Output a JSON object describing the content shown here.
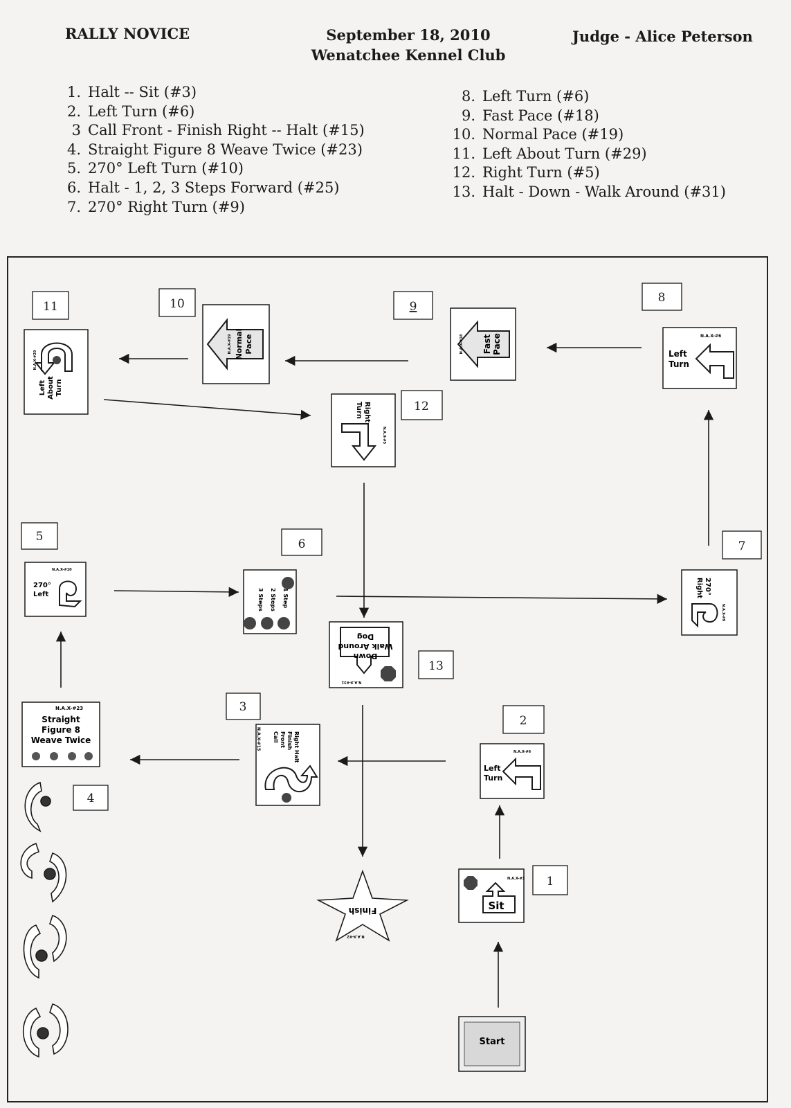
{
  "header": {
    "class_name": "RALLY NOVICE",
    "date": "September 18, 2010",
    "club": "Wenatchee Kennel Club",
    "judge": "Judge - Alice Peterson"
  },
  "exercises": [
    {
      "num": "1.",
      "text": "Halt -- Sit (#3)"
    },
    {
      "num": "2.",
      "text": "Left Turn (#6)"
    },
    {
      "num": "3",
      "text": "Call Front - Finish Right -- Halt (#15)"
    },
    {
      "num": "4.",
      "text": "Straight Figure 8 Weave Twice (#23)"
    },
    {
      "num": "5.",
      "text": "270° Left Turn (#10)"
    },
    {
      "num": "6.",
      "text": "Halt - 1, 2, 3 Steps Forward (#25)"
    },
    {
      "num": "7.",
      "text": "270° Right Turn (#9)"
    },
    {
      "num": "8.",
      "text": "Left Turn (#6)"
    },
    {
      "num": "9.",
      "text": "Fast Pace (#18)"
    },
    {
      "num": "10.",
      "text": "Normal Pace (#19)"
    },
    {
      "num": "11.",
      "text": "Left About Turn (#29)"
    },
    {
      "num": "12.",
      "text": "Right Turn (#5)"
    },
    {
      "num": "13.",
      "text": "Halt - Down - Walk Around (#31)"
    }
  ],
  "station_numbers": [
    "1",
    "2",
    "3",
    "4",
    "5",
    "6",
    "7",
    "8",
    "9",
    "10",
    "11",
    "12",
    "13"
  ],
  "signs": {
    "start": "Start",
    "finish": "Finish",
    "finish_code": "N.A.X-#2",
    "s1_text": "Sit",
    "s1_code": "N.A.X-#3",
    "s2_line1": "Left",
    "s2_line2": "Turn",
    "s2_code": "N.A.X-#6",
    "s3_line1": "Call",
    "s3_line2": "Front",
    "s3_line3": "Finish",
    "s3_line4": "Right Halt",
    "s3_code": "N.A.X-#15",
    "s4_line1": "Straight",
    "s4_line2": "Figure 8",
    "s4_line3": "Weave Twice",
    "s4_code": "N.A.X-#23",
    "s5_line1": "270°",
    "s5_line2": "Left",
    "s5_code": "N.A.X-#10",
    "s6_line1": "1 Step",
    "s6_line2": "2 Steps",
    "s6_line3": "3 Steps",
    "s7_line1": "270°",
    "s7_line2": "Right",
    "s7_code": "N.A.X-#9",
    "s8_line1": "Left",
    "s8_line2": "Turn",
    "s8_code": "N.A.X-#6",
    "s9_line1": "Fast",
    "s9_line2": "Pace",
    "s9_code": "N.A.X-#18",
    "s10_line1": "Normal",
    "s10_line2": "Pace",
    "s10_code": "N.A.X-#19",
    "s11_line1": "Left",
    "s11_line2": "About",
    "s11_line3": "Turn",
    "s11_code": "N.A.X-#29",
    "s12_line1": "Right",
    "s12_line2": "Turn",
    "s12_code": "N.A.X-#5",
    "s13_line1": "Down",
    "s13_line2": "Walk Around",
    "s13_line3": "Dog",
    "s13_code": "N.A.X-#31"
  }
}
